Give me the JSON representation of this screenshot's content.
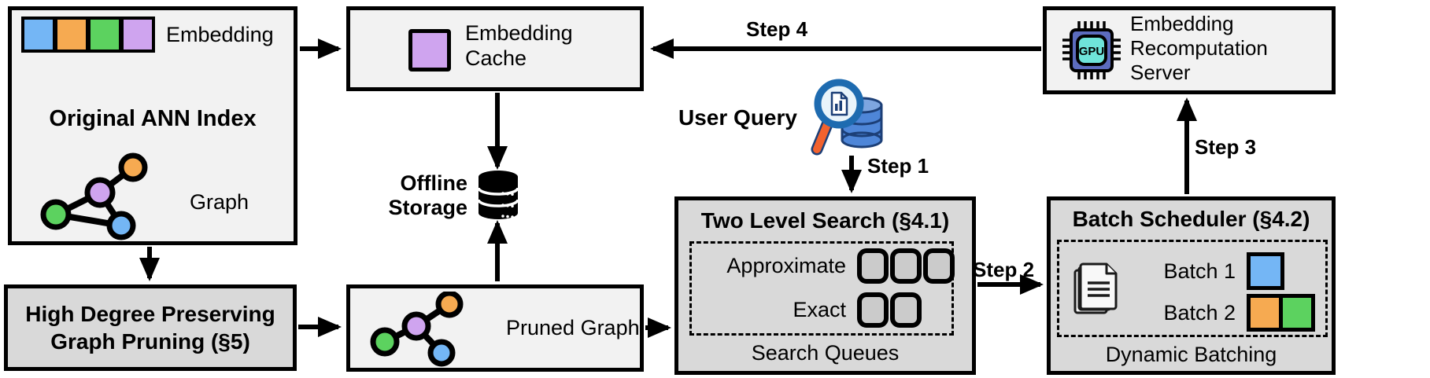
{
  "figure": {
    "description": "System architecture diagram of an ANN search pipeline with embedding recomputation"
  },
  "colors": {
    "blue": "#74B6F5",
    "orange": "#F6AA51",
    "green": "#5CD25F",
    "purple": "#CFA4EF",
    "box_light": "#F2F2F2",
    "box_dark": "#D9D9D9",
    "queue_fill": "#CBCBCB",
    "chip_body": "#5C6CBE",
    "chip_screen": "#6FE4DA",
    "query_ring": "#1E6BB0",
    "query_handle": "#F2622E",
    "query_db": "#4E86D8",
    "query_db_dark": "#1C3F77"
  },
  "boxes": {
    "original_index": {
      "embedding_label": "Embedding",
      "title": "Original ANN Index",
      "graph_label": "Graph"
    },
    "embedding_cache": {
      "label": "Embedding\nCache"
    },
    "recompute_server": {
      "label": "Embedding\nRecomputation\nServer",
      "chip_text": "GPU"
    },
    "offline_storage": {
      "label": "Offline\nStorage"
    },
    "user_query": {
      "label": "User Query"
    },
    "two_level_search": {
      "title": "Two Level Search (§4.1)",
      "row1_label": "Approximate",
      "row2_label": "Exact",
      "footer": "Search Queues"
    },
    "batch_scheduler": {
      "title": "Batch Scheduler (§4.2)",
      "batch1_label": "Batch 1",
      "batch2_label": "Batch 2",
      "footer": "Dynamic Batching"
    },
    "graph_pruning": {
      "title": "High Degree Preserving\nGraph Pruning (§5)"
    },
    "pruned_graph": {
      "label": "Pruned Graph"
    }
  },
  "steps": {
    "step1": "Step 1",
    "step2": "Step 2",
    "step3": "Step 3",
    "step4": "Step 4"
  },
  "icons": {
    "embedding_strip": "four colored embedding cells (blue, orange, green, purple)",
    "graph_icon": "small graph with green, purple, orange, blue nodes",
    "pruned_graph_icon": "pruned graph with green, purple, orange, blue nodes",
    "cached_embedding_icon": "purple embedding cell",
    "database_icon": "black storage cylinder stack",
    "query_search_icon": "magnifying glass with document over blue database",
    "gpu_chip_icon": "GPU processor chip",
    "documents_icon": "stack of query documents",
    "queue_slot_icon": "rounded queue slot"
  }
}
